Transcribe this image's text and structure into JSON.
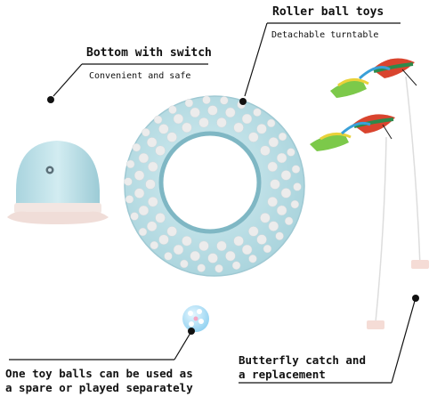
{
  "labels": {
    "bottom_switch_title": "Bottom with switch",
    "bottom_switch_sub": "Convenient and safe",
    "roller_title": "Roller ball toys",
    "roller_sub": "Detachable turntable",
    "balls_line1": "One toy balls can be used as",
    "balls_line2": "a spare or played separately",
    "butterfly_line1": "Butterfly catch and",
    "butterfly_line2": "a replacement"
  },
  "colors": {
    "toy_blue": "#b9dde6",
    "toy_blue_dark": "#8fc3d0",
    "base_pink": "#f3e6e2",
    "hole": "#eeeeee",
    "dot": "#111111"
  }
}
